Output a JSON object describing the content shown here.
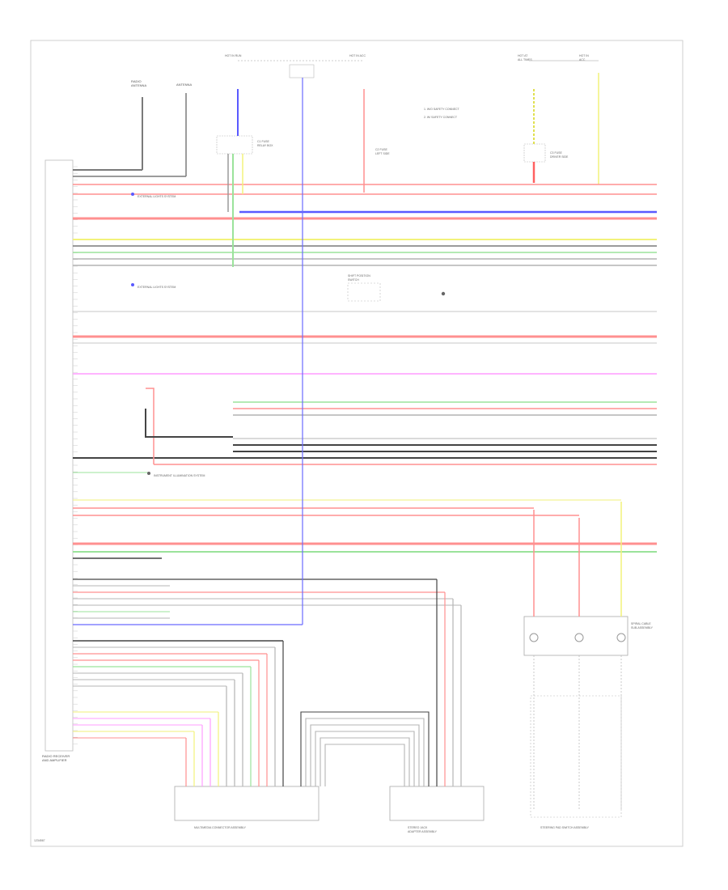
{
  "labels": {
    "top_left_1": "RADIO\nANTENNA",
    "top_left_2": "ANTENNA",
    "fuse_1": "HOT IN RUN",
    "fuse_2": "HOT IN ACC",
    "fuse_3": "HOT AT\nALL TIMES",
    "fuse_4": "HOT IN\nACC",
    "relay_1": "C1 FUSE\nRELAY BOX",
    "relay_2": "C2 FUSE\nLEFT SIDE",
    "relay_3": "C3 FUSE\nDRIVER SIDE",
    "note_1": "1. W/O SAFETY CONNECT",
    "note_2": "2. W/ SAFETY CONNECT",
    "ground_1": "EXTERNAL LIGHTS SYSTEM",
    "ground_2": "EXTERNAL LIGHTS SYSTEM",
    "connector_center": "SHIFT POSITION\nSWITCH",
    "illum": "INSTRUMENT ILLUMINATION SYSTEM",
    "left_component": "RADIO RECEIVER\nAND AMPLIFIER",
    "bottom_conn_1": "MULTIMEDIA CONNECTOR ASSEMBLY",
    "bottom_conn_2": "STEREO JACK\nADAPTER ASSEMBLY",
    "right_component": "SPIRAL CABLE\nSUB-ASSEMBLY",
    "right_switch": "STEERING PAD SWITCH ASSEMBLY",
    "footer_code": "1234567"
  },
  "colors": {
    "red": "#ff9090",
    "blue": "#5a5aff",
    "yellow": "#f2f27a",
    "green": "#9be39b",
    "gray": "#b4b4b4",
    "dark": "#7a7a7a",
    "pink": "#ff9cff",
    "black": "#444444"
  }
}
